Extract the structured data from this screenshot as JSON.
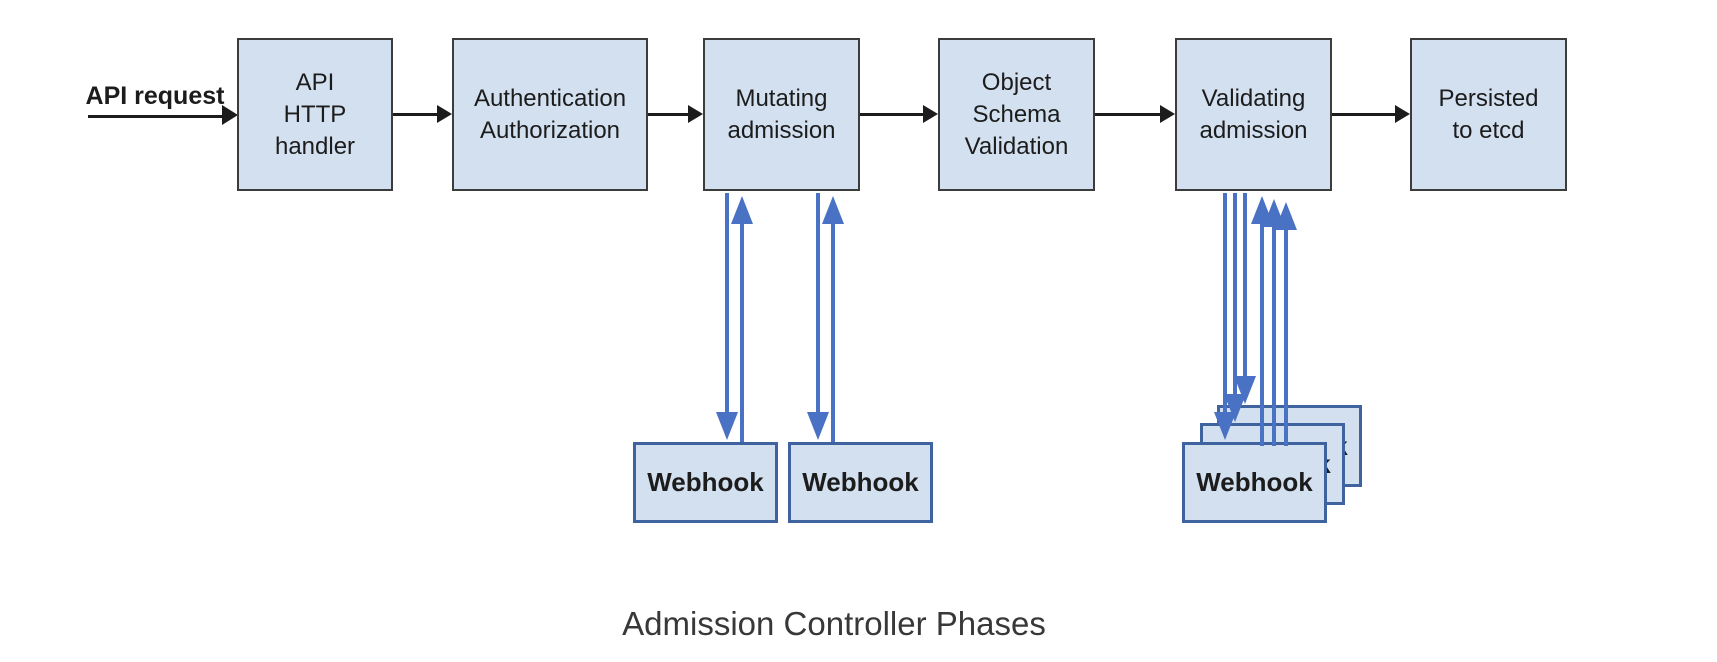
{
  "colors": {
    "box-fill": "#d3e0f0",
    "box-border": "#3c3c3c",
    "webhook-border": "#3e639e",
    "arrow-black": "#1c1c1c",
    "arrow-blue": "#4a72c4",
    "text": "#1c1c1c",
    "caption-text": "#383838"
  },
  "diagram": {
    "request_label": "API request",
    "caption": "Admission Controller Phases",
    "webhook_label": "Webhook",
    "phases": [
      {
        "id": "api-http-handler",
        "label": "API\nHTTP\nhandler"
      },
      {
        "id": "authentication-authorization",
        "label": "Authentication\nAuthorization"
      },
      {
        "id": "mutating-admission",
        "label": "Mutating\nadmission"
      },
      {
        "id": "object-schema-validation",
        "label": "Object\nSchema\nValidation"
      },
      {
        "id": "validating-admission",
        "label": "Validating\nadmission"
      },
      {
        "id": "persisted-to-etcd",
        "label": "Persisted\nto etcd"
      }
    ]
  }
}
